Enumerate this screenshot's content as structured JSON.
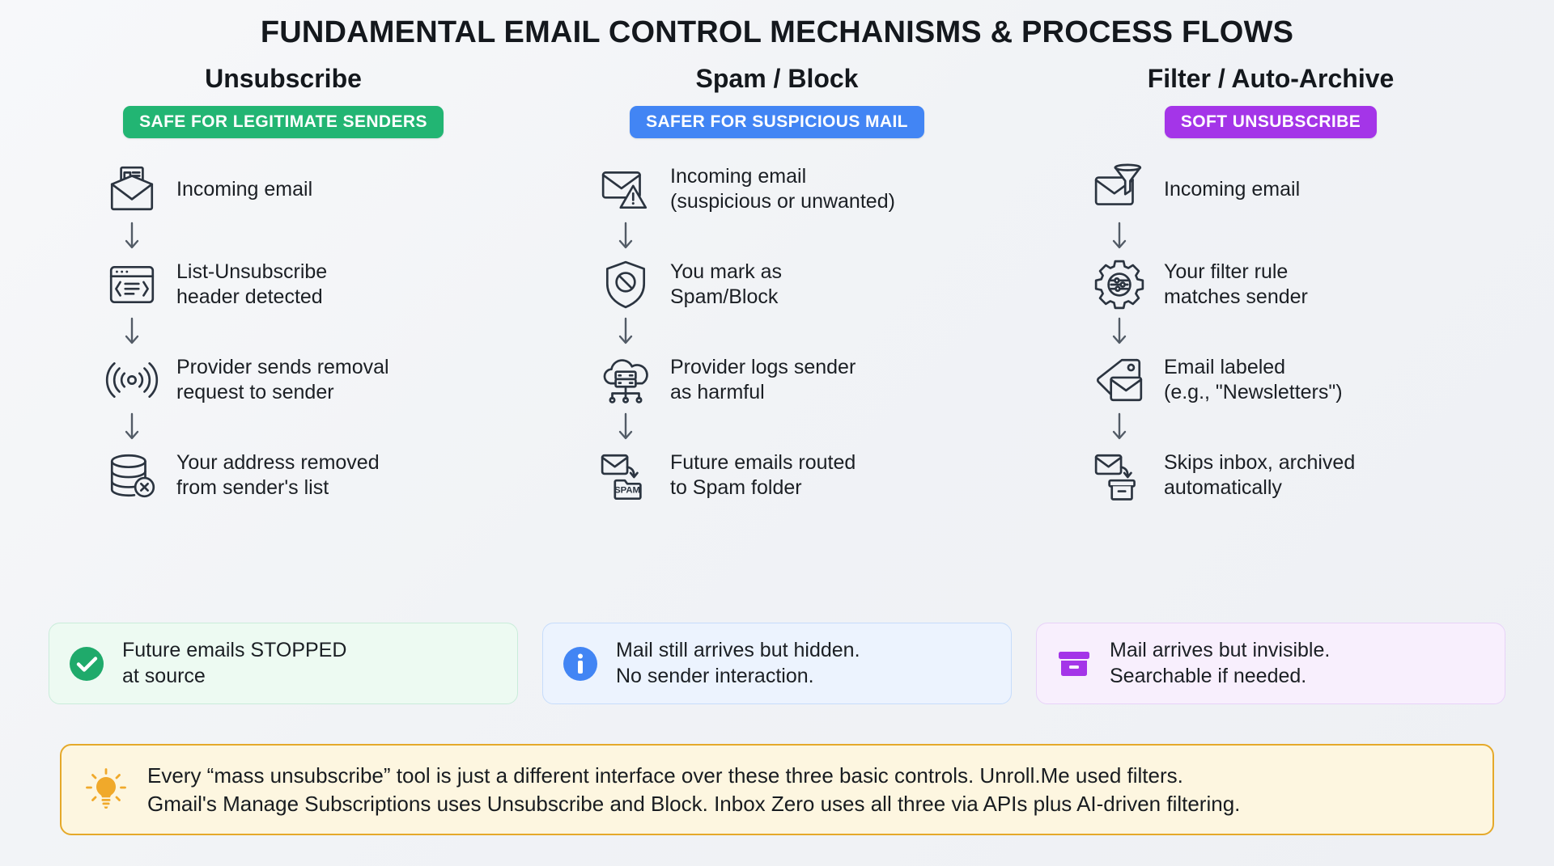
{
  "title": "FUNDAMENTAL EMAIL CONTROL MECHANISMS & PROCESS FLOWS",
  "colors": {
    "green": "#22b573",
    "blue": "#4285f4",
    "purple": "#a435e8",
    "amber": "#e5a92a",
    "icon_stroke": "#2b3440",
    "background": "#f2f4f7"
  },
  "columns": [
    {
      "title": "Unsubscribe",
      "badge": "SAFE FOR LEGITIMATE SENDERS",
      "badge_color": "#22b573",
      "steps": [
        {
          "icon": "newsletter-envelope-icon",
          "text": "Incoming email"
        },
        {
          "icon": "code-window-icon",
          "text": "List-Unsubscribe\nheader detected"
        },
        {
          "icon": "broadcast-signal-icon",
          "text": "Provider sends removal\nrequest to sender"
        },
        {
          "icon": "database-remove-icon",
          "text": "Your address removed\nfrom sender's list"
        }
      ],
      "summary": {
        "icon": "check-circle-icon",
        "text": "Future emails STOPPED\nat source",
        "color": "#22b573"
      }
    },
    {
      "title": "Spam / Block",
      "badge": "SAFER FOR SUSPICIOUS MAIL",
      "badge_color": "#4285f4",
      "steps": [
        {
          "icon": "envelope-warning-icon",
          "text": "Incoming email\n(suspicious or unwanted)"
        },
        {
          "icon": "shield-block-icon",
          "text": "You mark as\nSpam/Block"
        },
        {
          "icon": "cloud-server-icon",
          "text": "Provider logs sender\nas harmful"
        },
        {
          "icon": "envelope-to-spam-folder-icon",
          "text": "Future emails routed\nto Spam folder"
        }
      ],
      "summary": {
        "icon": "info-circle-icon",
        "text": "Mail still arrives but hidden.\nNo sender interaction.",
        "color": "#4285f4"
      }
    },
    {
      "title": "Filter / Auto-Archive",
      "badge": "SOFT UNSUBSCRIBE",
      "badge_color": "#a435e8",
      "steps": [
        {
          "icon": "envelope-funnel-icon",
          "text": "Incoming email"
        },
        {
          "icon": "gear-sliders-icon",
          "text": "Your filter rule\nmatches sender"
        },
        {
          "icon": "tag-envelope-icon",
          "text": "Email labeled\n(e.g., \"Newsletters\")"
        },
        {
          "icon": "envelope-to-archive-box-icon",
          "text": "Skips inbox, archived\nautomatically"
        }
      ],
      "summary": {
        "icon": "archive-box-icon",
        "text": "Mail arrives but invisible.\nSearchable if needed.",
        "color": "#a435e8"
      }
    }
  ],
  "footer": {
    "icon": "lightbulb-icon",
    "text": "Every “mass unsubscribe” tool is just a different interface over these three basic controls. Unroll.Me used filters.\nGmail's Manage Subscriptions uses Unsubscribe and Block. Inbox Zero uses all three via APIs plus AI-driven filtering."
  },
  "step_labels": {
    "spam_folder_label": "SPAM"
  }
}
